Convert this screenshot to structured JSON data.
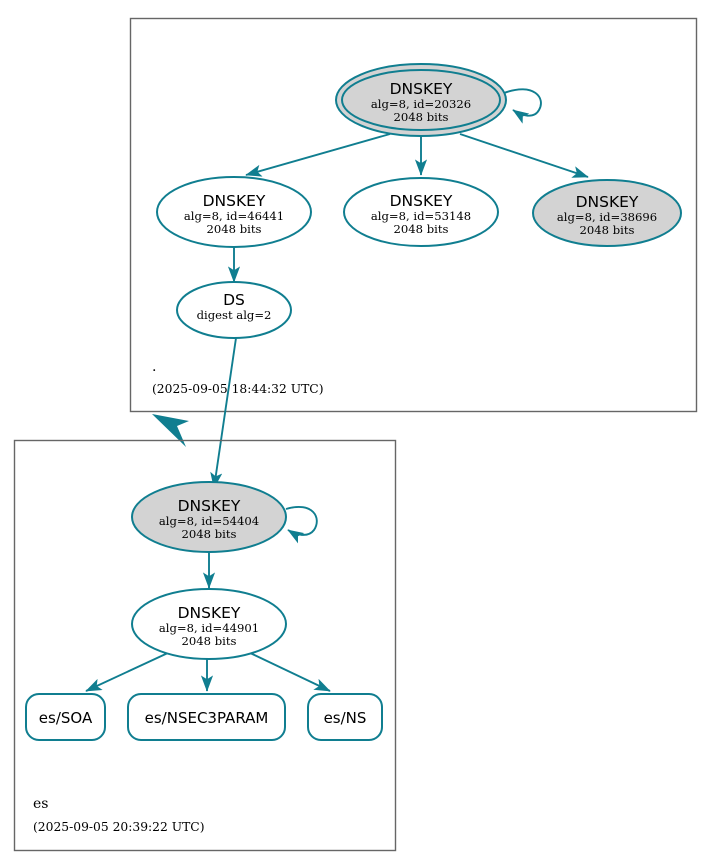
{
  "diagram": {
    "type": "dnssec-authentication-chain",
    "zones": [
      {
        "id": "root",
        "name": ".",
        "timestamp": "(2025-09-05 18:44:32 UTC)",
        "nodes": [
          {
            "id": "root-ksk-20326",
            "kind": "DNSKEY",
            "shape": "double-ellipse",
            "fill": "gray",
            "title": "DNSKEY",
            "line2": "alg=8, id=20326",
            "line3": "2048 bits",
            "self_signed": true
          },
          {
            "id": "root-zsk-46441",
            "kind": "DNSKEY",
            "shape": "ellipse",
            "fill": "white",
            "title": "DNSKEY",
            "line2": "alg=8, id=46441",
            "line3": "2048 bits",
            "self_signed": false
          },
          {
            "id": "root-zsk-53148",
            "kind": "DNSKEY",
            "shape": "ellipse",
            "fill": "white",
            "title": "DNSKEY",
            "line2": "alg=8, id=53148",
            "line3": "2048 bits",
            "self_signed": false
          },
          {
            "id": "root-zsk-38696",
            "kind": "DNSKEY",
            "shape": "ellipse",
            "fill": "gray",
            "title": "DNSKEY",
            "line2": "alg=8, id=38696",
            "line3": "2048 bits",
            "self_signed": false
          },
          {
            "id": "root-ds",
            "kind": "DS",
            "shape": "ellipse",
            "fill": "white",
            "title": "DS",
            "line2": "digest alg=2",
            "line3": "",
            "self_signed": false
          }
        ]
      },
      {
        "id": "es",
        "name": "es",
        "timestamp": "(2025-09-05 20:39:22 UTC)",
        "nodes": [
          {
            "id": "es-ksk-54404",
            "kind": "DNSKEY",
            "shape": "ellipse",
            "fill": "gray",
            "title": "DNSKEY",
            "line2": "alg=8, id=54404",
            "line3": "2048 bits",
            "self_signed": true
          },
          {
            "id": "es-zsk-44901",
            "kind": "DNSKEY",
            "shape": "ellipse",
            "fill": "white",
            "title": "DNSKEY",
            "line2": "alg=8, id=44901",
            "line3": "2048 bits",
            "self_signed": false
          }
        ],
        "rrsets": [
          {
            "id": "es-soa",
            "label": "es/SOA"
          },
          {
            "id": "es-nsec3param",
            "label": "es/NSEC3PARAM"
          },
          {
            "id": "es-ns",
            "label": "es/NS"
          }
        ]
      }
    ],
    "colors": {
      "edge": "#107e90",
      "node_border": "#107e90",
      "node_fill_secure": "#d3d3d3",
      "node_fill_plain": "#ffffff",
      "zone_border": "#666666",
      "text": "#000000",
      "background": "#ffffff"
    }
  }
}
